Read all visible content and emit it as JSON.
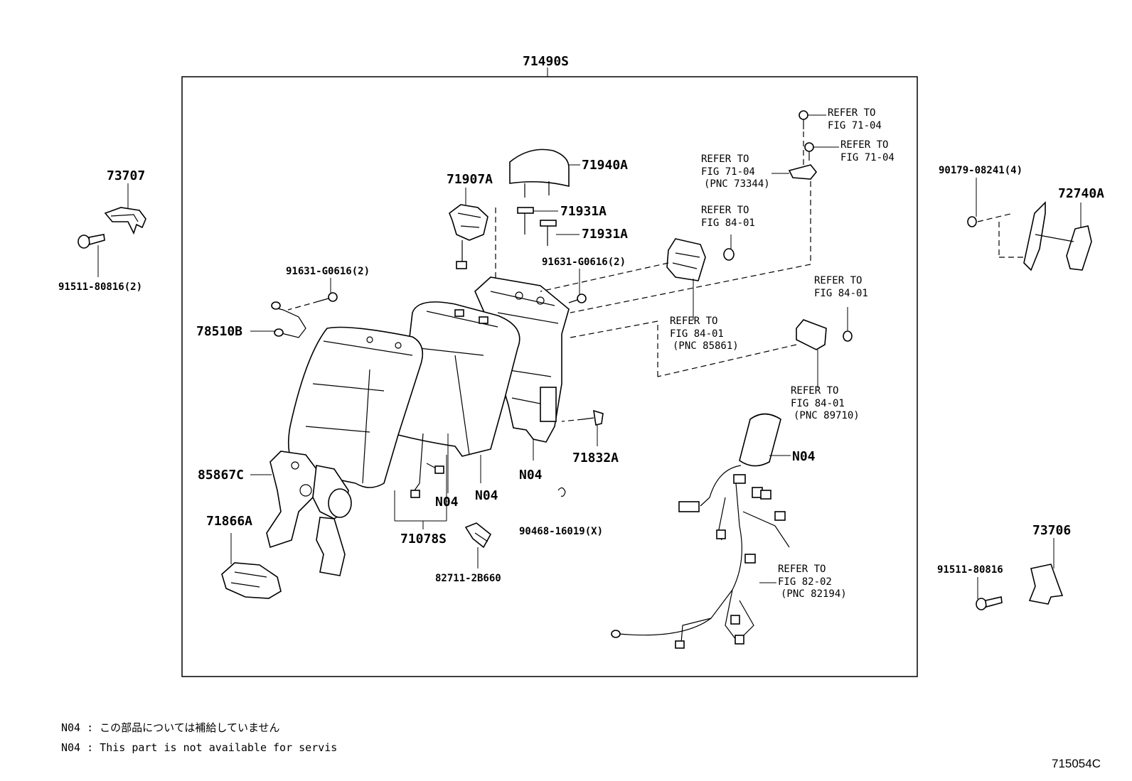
{
  "parts": {
    "p71490S": "71490S",
    "p73707": "73707",
    "p91511_80816_2": "91511-80816(2)",
    "p71907A": "71907A",
    "p71940A": "71940A",
    "p71931A_1": "71931A",
    "p71931A_2": "71931A",
    "p91631_L": "91631-G0616(2)",
    "p91631_R": "91631-G0616(2)",
    "p78510B": "78510B",
    "p85867C": "85867C",
    "p71866A": "71866A",
    "p71078S": "71078S",
    "p82711": "82711-2B660",
    "p90468": "90468-16019(X)",
    "p71832A": "71832A",
    "p90179": "90179-08241(4)",
    "p72740A": "72740A",
    "p73706": "73706",
    "p91511_80816": "91511-80816",
    "n04_a": "N04",
    "n04_b": "N04",
    "n04_c": "N04",
    "n04_d": "N04"
  },
  "refs": {
    "r1": {
      "l1": "REFER TO",
      "l2": "FIG 71-04"
    },
    "r2": {
      "l1": "REFER TO",
      "l2": "FIG 71-04"
    },
    "r3": {
      "l1": "REFER TO",
      "l2": "FIG 71-04",
      "l3": "(PNC 73344)"
    },
    "r4": {
      "l1": "REFER TO",
      "l2": "FIG 84-01"
    },
    "r5": {
      "l1": "REFER TO",
      "l2": "FIG 84-01"
    },
    "r6": {
      "l1": "REFER TO",
      "l2": "FIG 84-01",
      "l3": "(PNC 85861)"
    },
    "r7": {
      "l1": "REFER TO",
      "l2": "FIG 84-01",
      "l3": "(PNC 89710)"
    },
    "r8": {
      "l1": "REFER TO",
      "l2": "FIG 82-02",
      "l3": "(PNC 82194)"
    }
  },
  "notes": {
    "jp": "N04 : この部品については補給していません",
    "en": "N04 : This part is not available for servis"
  },
  "figure_number": "715054C"
}
